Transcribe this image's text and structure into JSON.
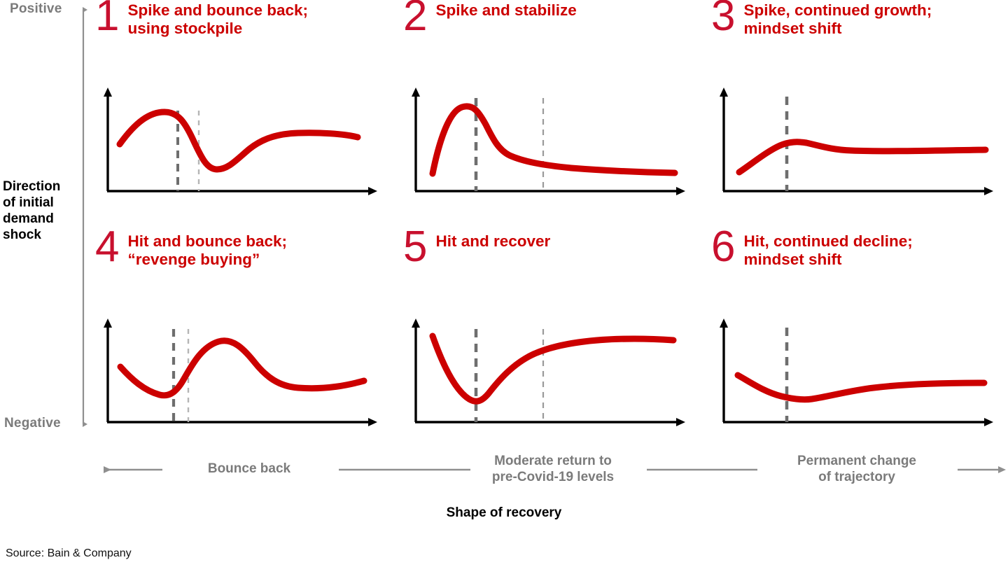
{
  "axes": {
    "y_positive_label": "Positive",
    "y_negative_label": "Negative",
    "y_axis_title": "Direction of initial demand shock",
    "x_axis_caption": "Shape of recovery"
  },
  "source": "Source: Bain & Company",
  "colors": {
    "red": "#cc0000",
    "number_red": "#c8102e",
    "gray_label": "#7b7b7b",
    "axis_black": "#000000",
    "marker_dark": "#6e6e6e",
    "marker_light": "#b5b5b5"
  },
  "bands": [
    {
      "label": "Bounce back"
    },
    {
      "label": "Moderate return to\npre-Covid-19 levels"
    },
    {
      "label": "Permanent change\nof trajectory"
    }
  ],
  "panels": [
    {
      "number": "1",
      "title": "Spike and bounce back;\nusing stockpile"
    },
    {
      "number": "2",
      "title": "Spike and stabilize"
    },
    {
      "number": "3",
      "title": "Spike, continued growth;\nmindset shift"
    },
    {
      "number": "4",
      "title": "Hit and bounce back;\n“revenge buying”"
    },
    {
      "number": "5",
      "title": "Hit and recover"
    },
    {
      "number": "6",
      "title": "Hit, continued decline;\nmindset shift"
    }
  ],
  "chart_data": [
    {
      "type": "line",
      "id": "panel-1",
      "title": "Spike and bounce back; using stockpile",
      "xlabel": "Shape of recovery",
      "ylabel": "Direction of initial demand shock",
      "ylim": [
        0,
        100
      ],
      "xlim": [
        0,
        100
      ],
      "grid": false,
      "markers": [
        {
          "x": 24,
          "style": "dashed-dark"
        },
        {
          "x": 32,
          "style": "dotted-light"
        }
      ],
      "x": [
        3,
        10,
        18,
        24,
        30,
        36,
        42,
        50,
        58,
        66,
        74,
        84,
        94
      ],
      "y": [
        62,
        77,
        84,
        80,
        62,
        44,
        34,
        33,
        44,
        56,
        62,
        63,
        60
      ]
    },
    {
      "type": "line",
      "id": "panel-2",
      "title": "Spike and stabilize",
      "xlabel": "Shape of recovery",
      "ylabel": "Direction of initial demand shock",
      "ylim": [
        0,
        100
      ],
      "xlim": [
        0,
        100
      ],
      "grid": false,
      "markers": [
        {
          "x": 22,
          "style": "dashed-dark"
        },
        {
          "x": 47,
          "style": "dashed-light"
        }
      ],
      "x": [
        3,
        8,
        14,
        20,
        26,
        33,
        41,
        50,
        60,
        70,
        82,
        94
      ],
      "y": [
        30,
        54,
        74,
        81,
        69,
        53,
        44,
        39,
        35,
        32,
        30,
        29
      ]
    },
    {
      "type": "line",
      "id": "panel-3",
      "title": "Spike, continued growth; mindset shift",
      "xlabel": "Shape of recovery",
      "ylabel": "Direction of initial demand shock",
      "ylim": [
        0,
        100
      ],
      "xlim": [
        0,
        100
      ],
      "grid": false,
      "markers": [
        {
          "x": 24,
          "style": "dashed-dark"
        }
      ],
      "x": [
        3,
        10,
        18,
        26,
        33,
        42,
        52,
        64,
        76,
        88,
        96
      ],
      "y": [
        27,
        38,
        48,
        52,
        50,
        47,
        46,
        46,
        46,
        46,
        47
      ]
    },
    {
      "type": "line",
      "id": "panel-4",
      "title": "Hit and bounce back; “revenge buying”",
      "xlabel": "Shape of recovery",
      "ylabel": "Direction of initial demand shock",
      "ylim": [
        0,
        100
      ],
      "xlim": [
        0,
        100
      ],
      "grid": false,
      "markers": [
        {
          "x": 24,
          "style": "dashed-dark"
        },
        {
          "x": 32,
          "style": "dotted-light"
        }
      ],
      "x": [
        3,
        9,
        16,
        23,
        29,
        35,
        41,
        49,
        58,
        68,
        78,
        88,
        96
      ],
      "y": [
        58,
        45,
        34,
        32,
        46,
        68,
        82,
        74,
        60,
        52,
        50,
        51,
        55
      ]
    },
    {
      "type": "line",
      "id": "panel-5",
      "title": "Hit and recover",
      "xlabel": "Shape of recovery",
      "ylabel": "Direction of initial demand shock",
      "ylim": [
        0,
        100
      ],
      "xlim": [
        0,
        100
      ],
      "grid": false,
      "markers": [
        {
          "x": 22,
          "style": "dashed-dark"
        },
        {
          "x": 47,
          "style": "dashed-light"
        }
      ],
      "x": [
        3,
        8,
        14,
        20,
        25,
        31,
        38,
        47,
        57,
        68,
        80,
        92
      ],
      "y": [
        80,
        58,
        36,
        26,
        28,
        42,
        57,
        68,
        74,
        78,
        79,
        80
      ]
    },
    {
      "type": "line",
      "id": "panel-6",
      "title": "Hit, continued decline; mindset shift",
      "xlabel": "Shape of recovery",
      "ylabel": "Direction of initial demand shock",
      "ylim": [
        0,
        100
      ],
      "xlim": [
        0,
        100
      ],
      "grid": false,
      "markers": [
        {
          "x": 24,
          "style": "dashed-dark"
        }
      ],
      "x": [
        3,
        10,
        18,
        25,
        33,
        43,
        54,
        66,
        78,
        90,
        96
      ],
      "y": [
        48,
        40,
        33,
        31,
        31,
        34,
        38,
        40,
        41,
        41,
        42
      ]
    }
  ]
}
